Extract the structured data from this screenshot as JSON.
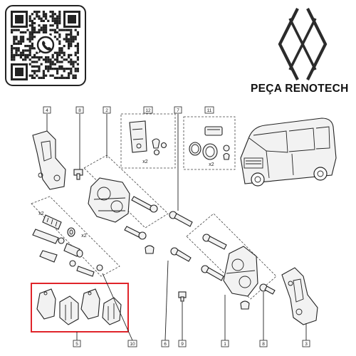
{
  "brand": {
    "name": "PEÇA RENOTECH",
    "accent_color": "#2b2b2b"
  },
  "qr": {
    "icon": "whatsapp-icon",
    "icon_color": "#222222"
  },
  "highlight": {
    "color": "#e0242a",
    "part_ref": "5"
  },
  "callouts": [
    "4",
    "8",
    "2",
    "12",
    "7",
    "11",
    "x2",
    "x2",
    "x2",
    "x2",
    "5",
    "10",
    "6",
    "9",
    "1",
    "8",
    "3"
  ]
}
